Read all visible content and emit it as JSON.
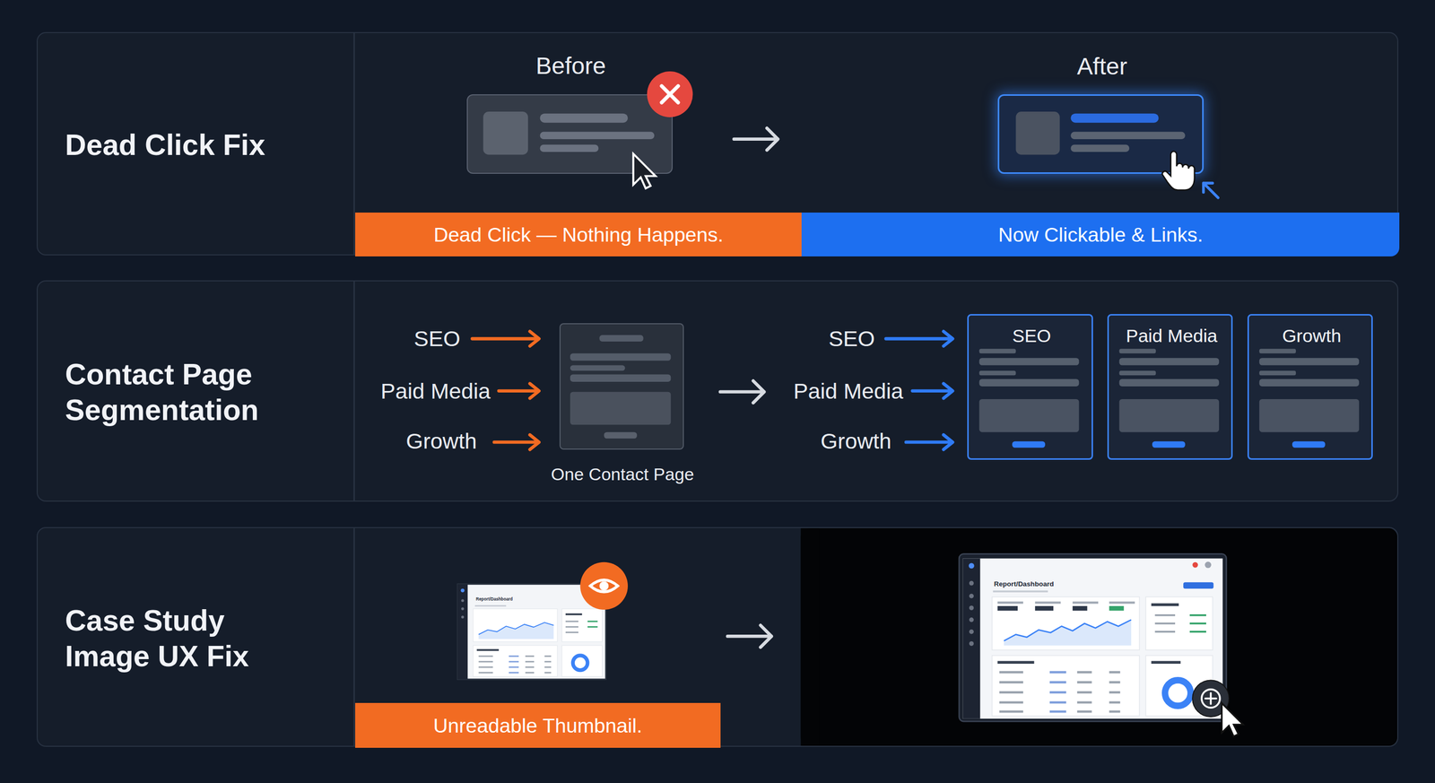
{
  "diagram": {
    "nodes": [
      {
        "text": [
          "Dead Click Fix"
        ]
      },
      {
        "text": [
          "Before"
        ],
        "in": 0
      },
      {
        "text": [
          "After"
        ],
        "in": 0
      },
      {
        "text": [
          "Dead Click — Nothing Happens."
        ],
        "in": 0
      },
      {
        "text": [
          "Now Clickable & Links."
        ],
        "in": 0
      },
      {
        "text": [
          "Contact Page Segmentation"
        ]
      },
      {
        "text": [
          "One Contact Page"
        ],
        "in": 5
      },
      {
        "text": [
          "SEO"
        ],
        "in": 5
      },
      {
        "text": [
          "Paid Media"
        ],
        "in": 5
      },
      {
        "text": [
          "Growth"
        ],
        "in": 5
      },
      {
        "text": [
          "Case Study Image UX Fix"
        ]
      },
      {
        "text": [
          "Report/Dashboard"
        ],
        "in": 10
      },
      {
        "text": [
          "Unreadable Thumbnail."
        ],
        "in": 10
      },
      {
        "text": [
          "Report/Dashboard"
        ],
        "in": 10
      }
    ],
    "labels": [
      "SEO",
      "Paid Media",
      "Growth",
      "SEO",
      "Paid Media",
      "Growth"
    ]
  }
}
